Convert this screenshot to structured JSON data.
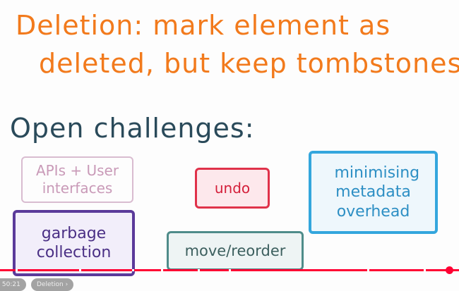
{
  "slide": {
    "title_line1": "Deletion: mark element as",
    "title_line2": "deleted, but keep tombstones",
    "subtitle": "Open challenges:",
    "challenges": [
      "APIs + User interfaces",
      "undo",
      "minimising metadata overhead",
      "garbage collection",
      "move/reorder"
    ]
  },
  "player": {
    "time": "50:21",
    "chapter": "Deletion",
    "chapter_icon": "chevron-right-icon",
    "progress_percent": 98,
    "accent": "#ff0033"
  }
}
